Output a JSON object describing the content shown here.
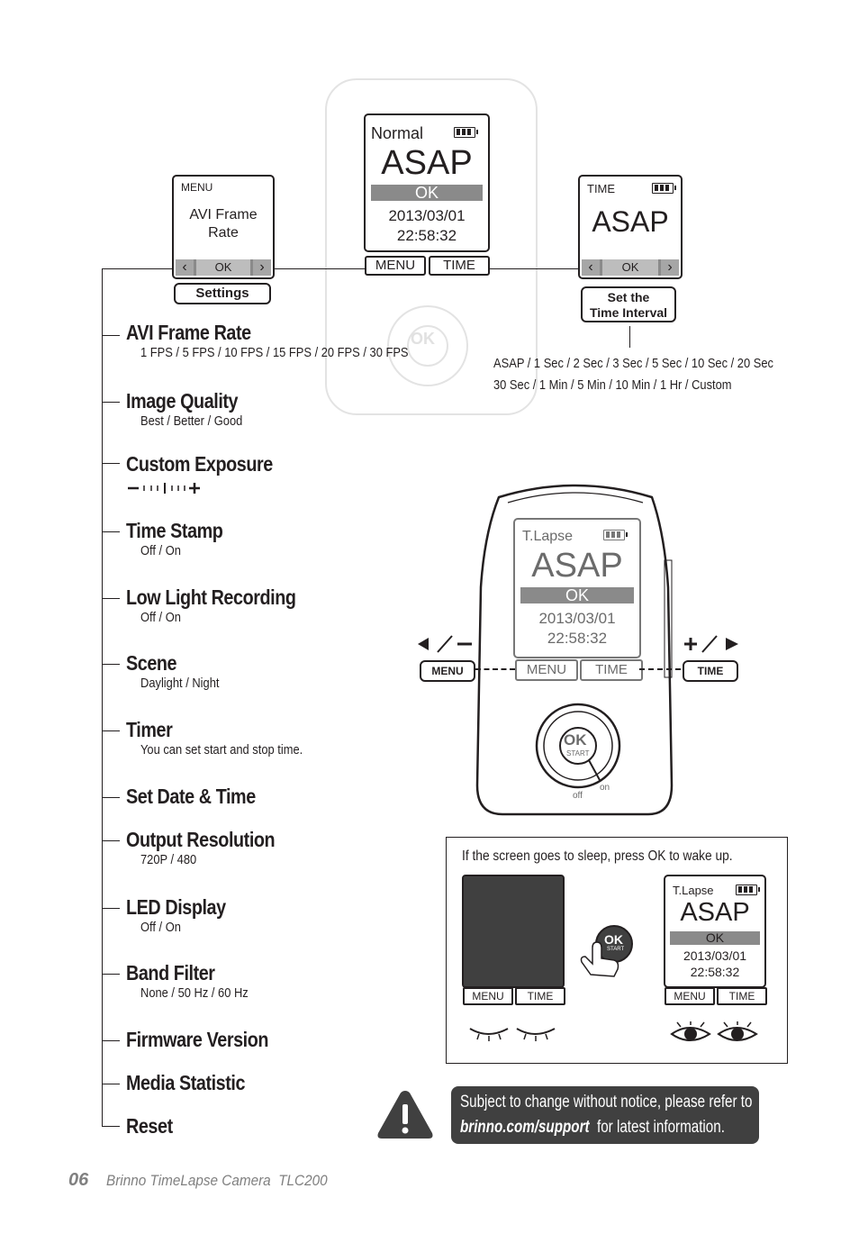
{
  "top_center_screen": {
    "mode": "Normal",
    "interval": "ASAP",
    "ok": "OK",
    "date": "2013/03/01",
    "time": "22:58:32",
    "btn_menu": "MENU",
    "btn_time": "TIME"
  },
  "left_screen": {
    "title": "MENU",
    "line1": "AVI Frame",
    "line2": "Rate",
    "ok": "OK",
    "caption": "Settings"
  },
  "right_screen": {
    "title": "TIME",
    "interval": "ASAP",
    "ok": "OK",
    "caption_line1": "Set the",
    "caption_line2": "Time Interval"
  },
  "interval_options": {
    "line1": "ASAP / 1 Sec / 2 Sec / 3 Sec / 5 Sec / 10 Sec / 20 Sec",
    "line2": "30 Sec / 1 Min / 5 Min / 10 Min / 1 Hr / Custom"
  },
  "menu_items": [
    {
      "title": "AVI Frame Rate",
      "sub": "1 FPS / 5 FPS / 10 FPS / 15 FPS / 20 FPS / 30 FPS"
    },
    {
      "title": "Image Quality",
      "sub": "Best / Better / Good"
    },
    {
      "title": "Custom Exposure",
      "sub": ""
    },
    {
      "title": "Time Stamp",
      "sub": "Off / On"
    },
    {
      "title": "Low Light Recording",
      "sub": "Off / On"
    },
    {
      "title": "Scene",
      "sub": "Daylight / Night"
    },
    {
      "title": "Timer",
      "sub": "You can set start and stop time."
    },
    {
      "title": "Set Date & Time",
      "sub": ""
    },
    {
      "title": "Output Resolution",
      "sub": "720P / 480"
    },
    {
      "title": "LED Display",
      "sub": "Off / On"
    },
    {
      "title": "Band Filter",
      "sub": "None / 50 Hz / 60 Hz"
    },
    {
      "title": "Firmware Version",
      "sub": ""
    },
    {
      "title": "Media Statistic",
      "sub": ""
    },
    {
      "title": "Reset",
      "sub": ""
    }
  ],
  "camera": {
    "mode": "T.Lapse",
    "interval": "ASAP",
    "ok": "OK",
    "date": "2013/03/01",
    "time": "22:58:32",
    "btn_menu": "MENU",
    "btn_time": "TIME",
    "ok_btn": "OK",
    "start": "START",
    "on": "on",
    "off": "off",
    "ext_menu": "MENU",
    "ext_time": "TIME"
  },
  "sleep_box": {
    "text": "If the screen goes to sleep, press OK to wake up.",
    "btn_menu": "MENU",
    "btn_time": "TIME",
    "ok_btn": "OK",
    "start": "START",
    "awake": {
      "mode": "T.Lapse",
      "interval": "ASAP",
      "ok": "OK",
      "date": "2013/03/01",
      "time": "22:58:32",
      "btn_menu": "MENU",
      "btn_time": "TIME"
    }
  },
  "notice": {
    "line1": "Subject to change without notice, please refer to",
    "link": "brinno.com/support",
    "line2_rest": "for latest information."
  },
  "footer": {
    "page": "06",
    "product": "Brinno TimeLapse Camera  TLC200"
  }
}
